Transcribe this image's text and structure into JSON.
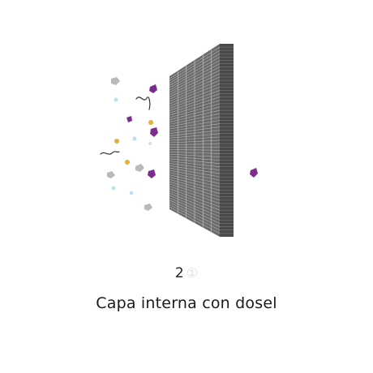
{
  "step": {
    "number": "2",
    "suffix_glyph": "①"
  },
  "caption": "Capa interna con dosel",
  "colors": {
    "filter_front": "#6b6b6b",
    "filter_side": "#4a4a4a",
    "filter_lines": "#c8c8c8",
    "particle_purple": "#7a2d8c",
    "particle_gray": "#b9b9b9",
    "particle_yellow": "#e0b23c",
    "particle_blue": "#bfe0ee",
    "fiber": "#333333"
  },
  "icons": [
    "filter-layer-icon",
    "particle-icon",
    "fiber-icon"
  ]
}
